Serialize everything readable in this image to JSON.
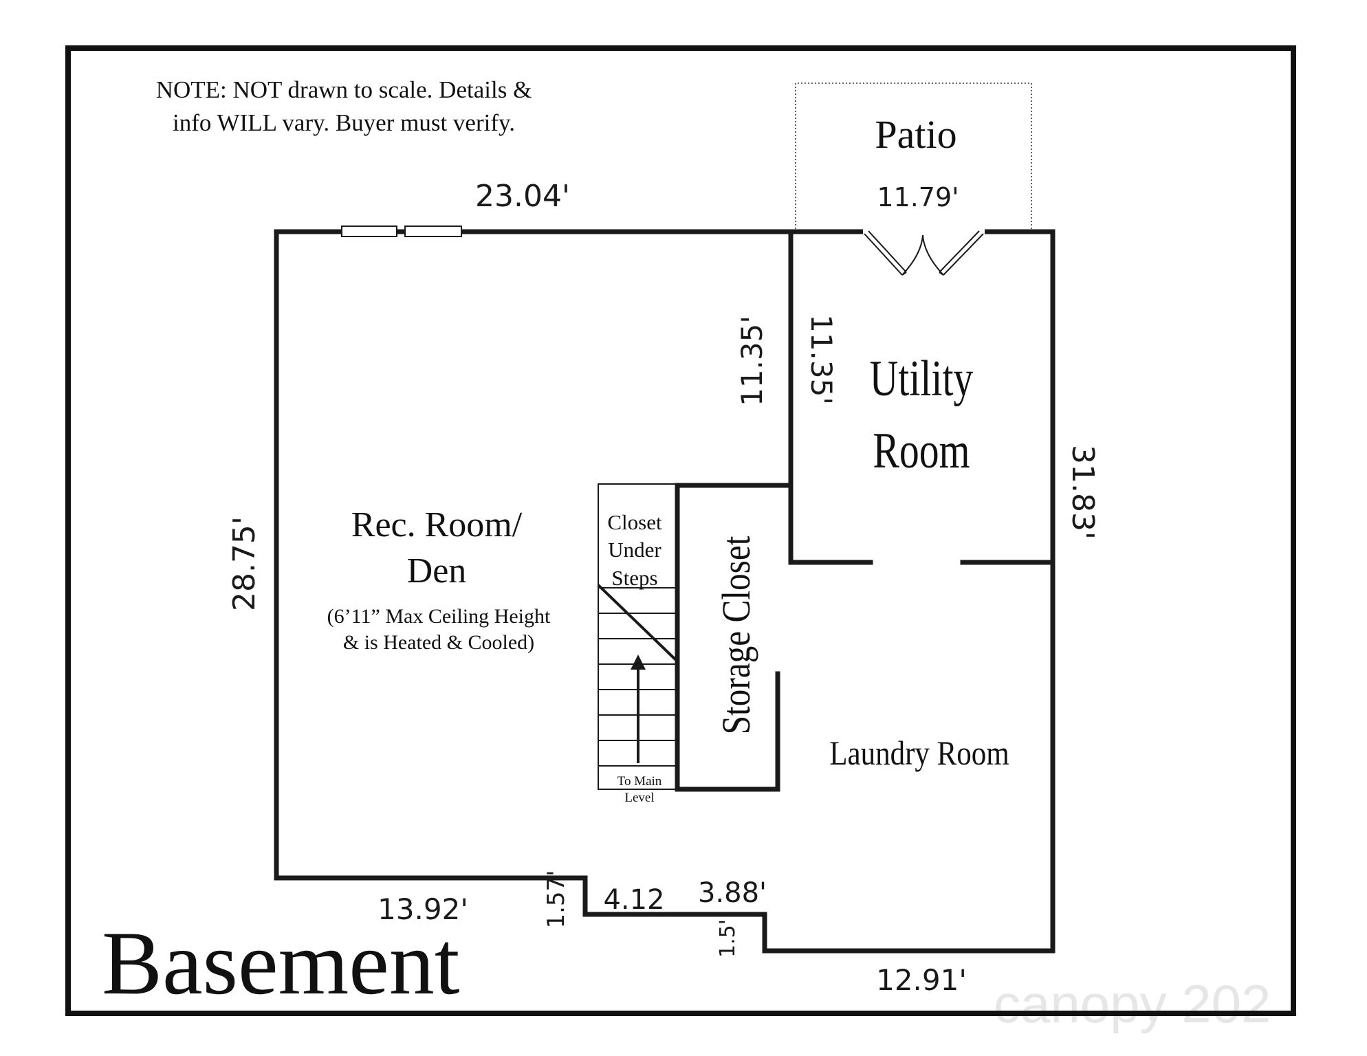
{
  "note": {
    "line1": "NOTE: NOT drawn to scale. Details &",
    "line2": "info WILL vary. Buyer must verify."
  },
  "title": "Basement",
  "rooms": {
    "patio": "Patio",
    "utility_line1": "Utility",
    "utility_line2": "Room",
    "rec_line1": "Rec. Room/",
    "rec_line2": "Den",
    "rec_note1": "(6’11” Max Ceiling Height",
    "rec_note2": "& is Heated & Cooled)",
    "closet_line1": "Closet",
    "closet_line2": "Under",
    "closet_line3": "Steps",
    "storage": "Storage Closet",
    "laundry": "Laundry Room",
    "stairs_line1": "To Main",
    "stairs_line2": "Level"
  },
  "dimensions": {
    "top_rec": "23.04'",
    "patio_width": "11.79'",
    "rec_right": "11.35'",
    "utility_left": "11.35'",
    "right_side": "31.83'",
    "left_side": "28.75'",
    "bottom_left": "13.92'",
    "step_1": "1.57'",
    "step_mid_a": "4.12",
    "step_mid_b": "3.88'",
    "step_2": "1.5'",
    "bottom_right": "12.91'"
  },
  "watermark": "canopy 202"
}
